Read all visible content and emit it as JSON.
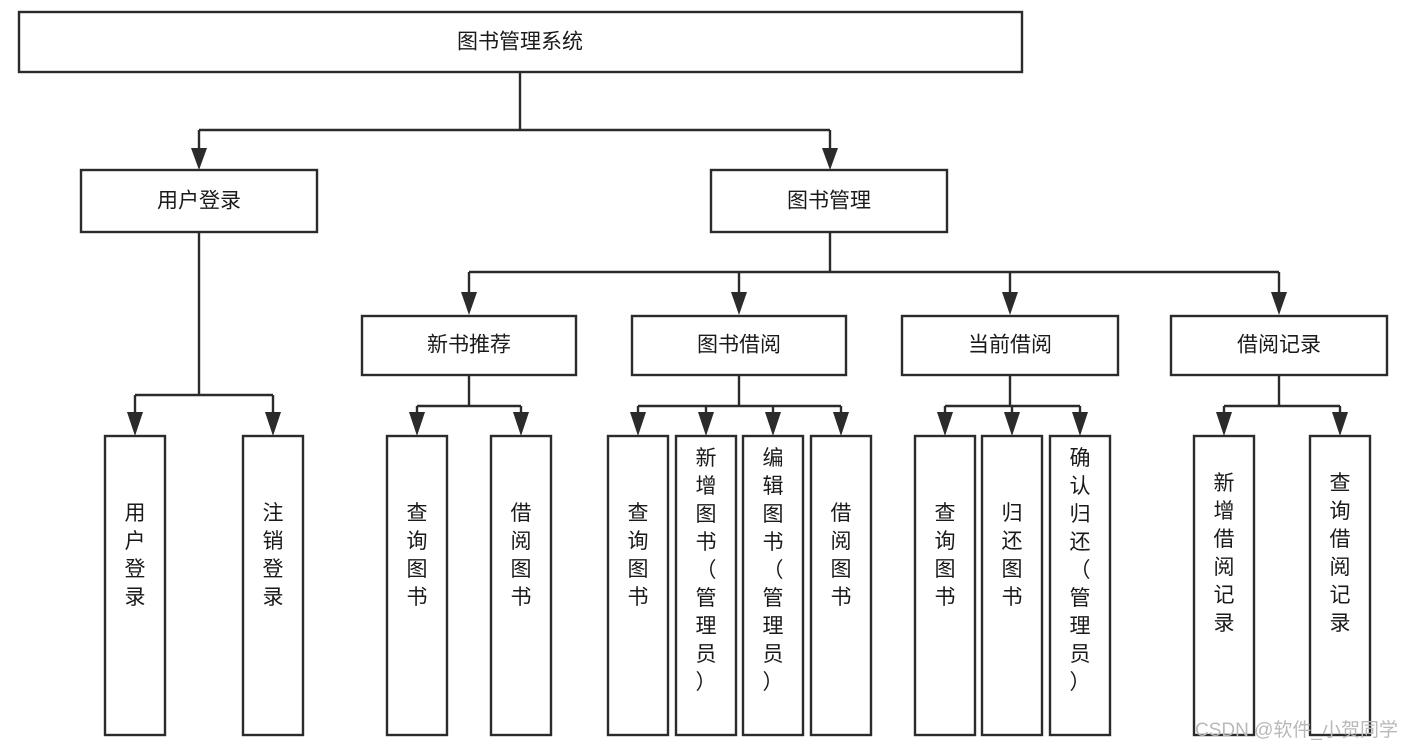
{
  "diagram": {
    "title": "图书管理系统",
    "type": "tree-hierarchy",
    "watermark": "CSDN @软件_小贺同学",
    "colors": {
      "box_fill": "#ffffff",
      "box_stroke": "#2b2b2b",
      "text": "#1a1a1a",
      "watermark": "#b9b9b9",
      "background": "#ffffff"
    },
    "levels": {
      "root": {
        "label": "图书管理系统"
      },
      "level2": [
        {
          "id": "user-login",
          "label": "用户登录"
        },
        {
          "id": "book-management",
          "label": "图书管理"
        }
      ],
      "level3": [
        {
          "id": "new-book-recommend",
          "label": "新书推荐",
          "parent": "book-management"
        },
        {
          "id": "book-borrow",
          "label": "图书借阅",
          "parent": "book-management"
        },
        {
          "id": "current-borrow",
          "label": "当前借阅",
          "parent": "book-management"
        },
        {
          "id": "borrow-record",
          "label": "借阅记录",
          "parent": "book-management"
        }
      ],
      "leaves": [
        {
          "id": "leaf-user-login",
          "label": "用户登录",
          "parent": "user-login"
        },
        {
          "id": "leaf-user-logout",
          "label": "注销登录",
          "parent": "user-login"
        },
        {
          "id": "leaf-query-book-1",
          "label": "查询图书",
          "parent": "new-book-recommend"
        },
        {
          "id": "leaf-borrow-book-1",
          "label": "借阅图书",
          "parent": "new-book-recommend"
        },
        {
          "id": "leaf-query-book-2",
          "label": "查询图书",
          "parent": "book-borrow"
        },
        {
          "id": "leaf-add-book",
          "label": "新增图书（管理员）",
          "parent": "book-borrow"
        },
        {
          "id": "leaf-edit-book",
          "label": "编辑图书（管理员）",
          "parent": "book-borrow"
        },
        {
          "id": "leaf-borrow-book-2",
          "label": "借阅图书",
          "parent": "book-borrow"
        },
        {
          "id": "leaf-query-book-3",
          "label": "查询图书",
          "parent": "current-borrow"
        },
        {
          "id": "leaf-return-book",
          "label": "归还图书",
          "parent": "current-borrow"
        },
        {
          "id": "leaf-confirm-return",
          "label": "确认归还（管理员）",
          "parent": "current-borrow"
        },
        {
          "id": "leaf-add-record",
          "label": "新增借阅记录",
          "parent": "borrow-record"
        },
        {
          "id": "leaf-query-record",
          "label": "查询借阅记录",
          "parent": "borrow-record"
        }
      ]
    }
  }
}
